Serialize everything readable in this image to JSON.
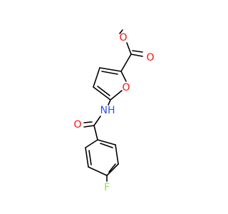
{
  "molecule": {
    "atoms": {
      "o_carbonyl_top": {
        "label": "O",
        "color": "#ff0d0d"
      },
      "o_ester": {
        "label": "O",
        "color": "#ff0d0d"
      },
      "o_ring": {
        "label": "O",
        "color": "#ff0d0d"
      },
      "n_amide": {
        "label": "NH",
        "color": "#3050f8"
      },
      "o_amide": {
        "label": "O",
        "color": "#ff0d0d"
      },
      "f": {
        "label": "F",
        "color": "#90e050"
      }
    },
    "bond_color": "#000000"
  }
}
